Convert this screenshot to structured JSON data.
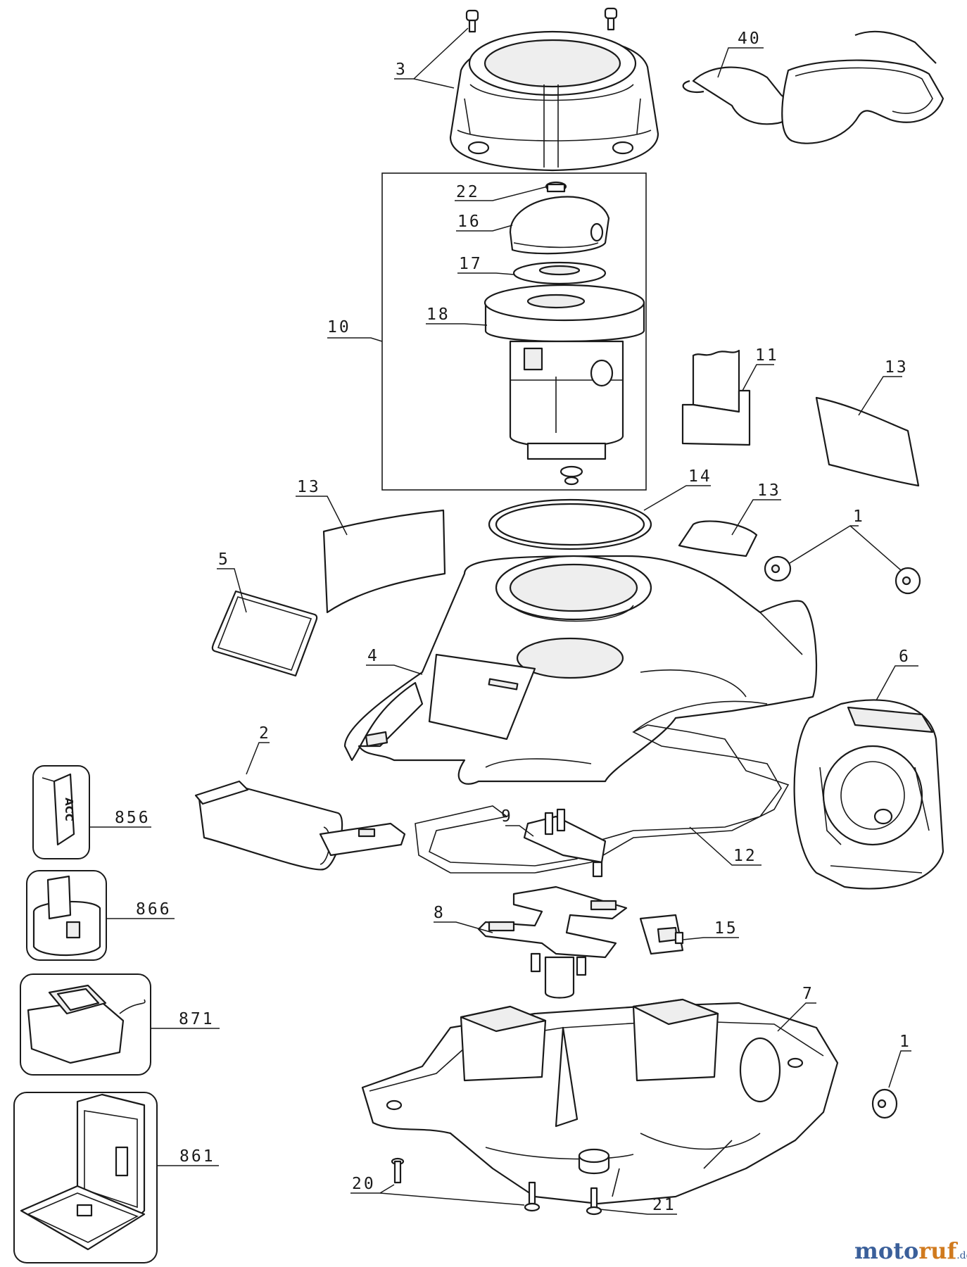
{
  "diagram": {
    "callouts": {
      "p3": "3",
      "p40": "40",
      "p22": "22",
      "p16": "16",
      "p17": "17",
      "p18": "18",
      "p10": "10",
      "p11": "11",
      "p13a": "13",
      "p13b": "13",
      "p13c": "13",
      "p14": "14",
      "p1a": "1",
      "p1b": "1",
      "p5": "5",
      "p4": "4",
      "p6": "6",
      "p2": "2",
      "p856": "856",
      "p9": "9",
      "p12": "12",
      "p866": "866",
      "p8": "8",
      "p15": "15",
      "p871": "871",
      "p7": "7",
      "p861": "861",
      "p20": "20",
      "p21": "21"
    },
    "sticker_text": "ACC",
    "watermark": {
      "brand_a": "moto",
      "brand_b": "ruf",
      "tld": ".de"
    }
  }
}
